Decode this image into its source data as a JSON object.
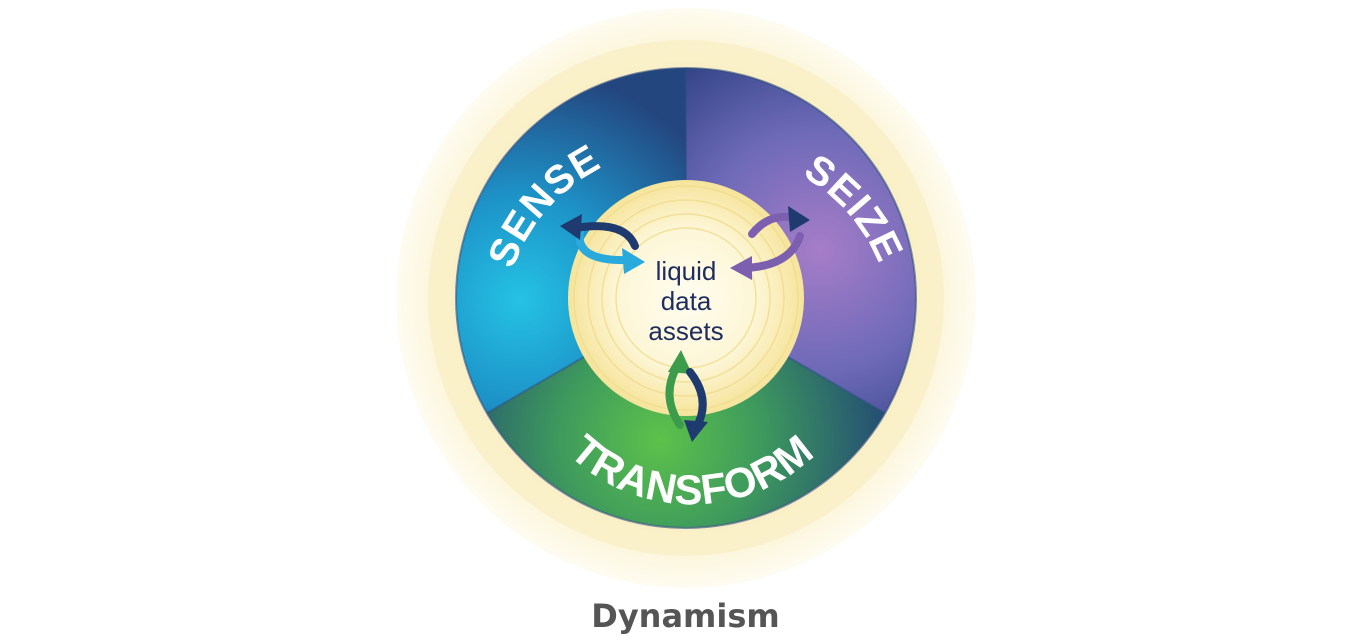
{
  "diagram": {
    "segments": [
      {
        "id": "sense",
        "label": "SENSE"
      },
      {
        "id": "seize",
        "label": "SEIZE"
      },
      {
        "id": "transform",
        "label": "TRANSFORM"
      }
    ],
    "center": {
      "line1": "liquid",
      "line2": "data",
      "line3": "assets"
    },
    "colors": {
      "sense": "#1aa6d6",
      "seize": "#8b6cc0",
      "transform": "#4aaa4a",
      "arrow_sense": "#2aa9dc",
      "arrow_seize": "#7d5fb0",
      "arrow_transform": "#3d9b4c",
      "arrow_dark": "#1f3a6e",
      "glow": "#fbf3cf"
    }
  },
  "caption": "Dynamism"
}
